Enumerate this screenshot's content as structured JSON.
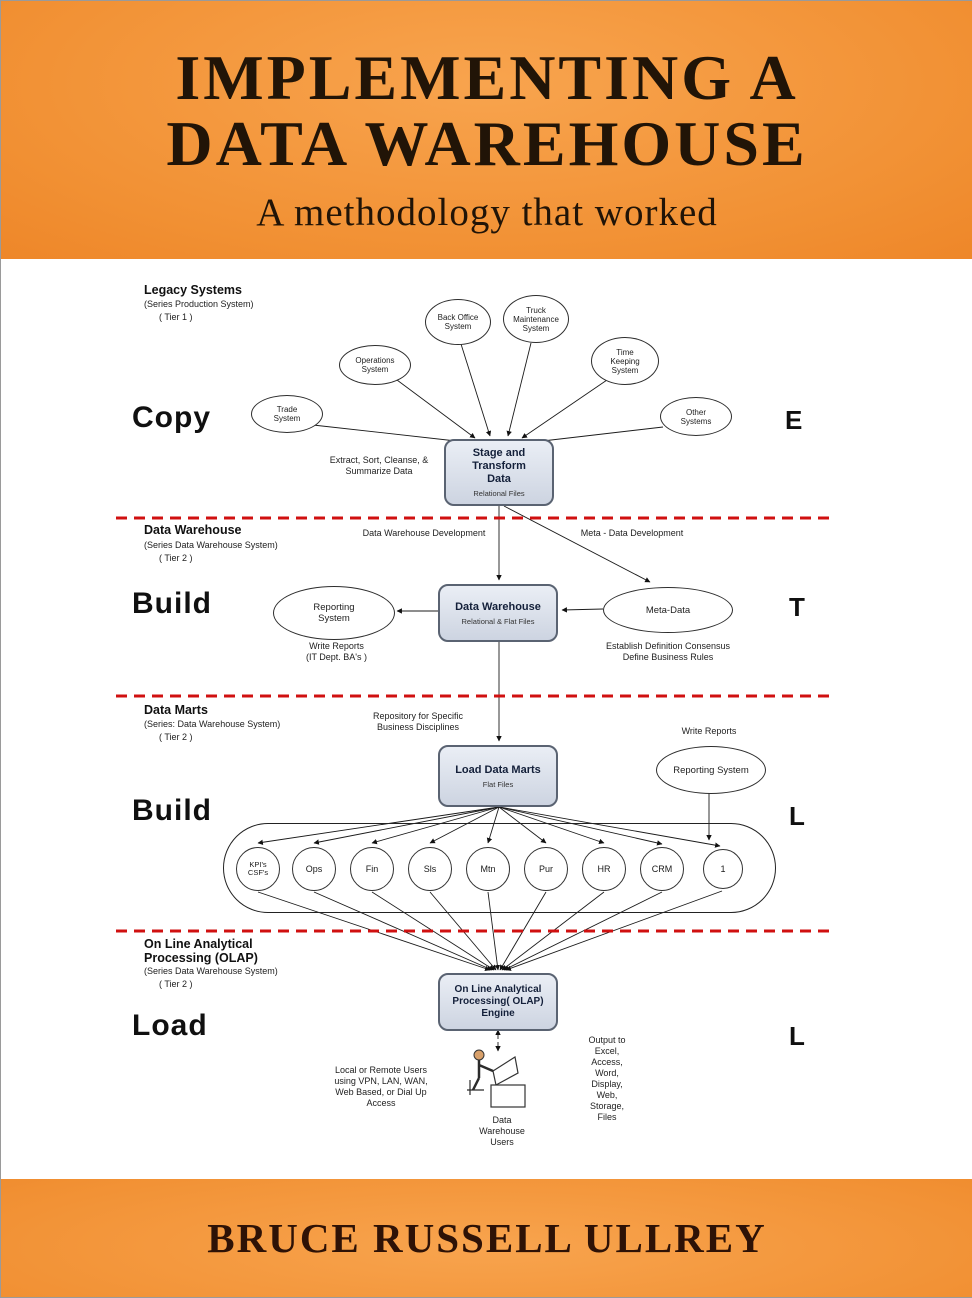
{
  "cover": {
    "title_line1": "IMPLEMENTING A",
    "title_line2": "DATA WAREHOUSE",
    "subtitle": "A methodology that worked",
    "author": "BRUCE RUSSELL ULLREY"
  },
  "colors": {
    "band_orange_light": "#f8a44e",
    "band_orange_mid": "#f19033",
    "band_orange_dark": "#e87314",
    "title_ink": "#211407",
    "author_ink": "#2e1206",
    "divider_red": "#d01010",
    "box_edge": "#5a6372"
  },
  "tier1": {
    "heading": "Legacy Systems",
    "subheading1": "(Series Production System)",
    "subheading2": "( Tier 1 )",
    "etl_label": "Copy",
    "etl_letter": "E",
    "systems": {
      "trade": "Trade\nSystem",
      "operations": "Operations\nSystem",
      "back_office": "Back Office\nSystem",
      "truck": "Truck\nMaintenance\nSystem",
      "time": "Time\nKeeping\nSystem",
      "other": "Other\nSystems"
    },
    "stage_box": "Stage and\nTransform\nData",
    "stage_box_footer": "Relational Files",
    "extract_note": "Extract, Sort, Cleanse, &\nSummarize Data"
  },
  "tier2": {
    "heading": "Data Warehouse",
    "subheading1": "(Series Data Warehouse System)",
    "subheading2": "( Tier 2 )",
    "etl_label": "Build",
    "etl_letter": "T",
    "dw_dev_label": "Data Warehouse Development",
    "meta_dev_label": "Meta - Data Development",
    "reporting_ellipse": "Reporting\nSystem",
    "dw_box": "Data Warehouse",
    "dw_box_footer": "Relational & Flat Files",
    "meta_ellipse": "Meta-Data",
    "write_reports_note": "Write Reports\n(IT Dept. BA's )",
    "meta_note": "Establish Definition Consensus\nDefine Business Rules"
  },
  "tier3": {
    "heading": "Data Marts",
    "subheading1": "(Series: Data Warehouse System)",
    "subheading2": "( Tier 2 )",
    "etl_label": "Build",
    "etl_letter": "L",
    "repository_note": "Repository for  Specific\nBusiness Disciplines",
    "write_reports_label": "Write Reports",
    "reporting_ellipse": "Reporting System",
    "load_box": "Load Data Marts",
    "load_box_footer": "Flat Files",
    "marts": [
      "KPI's\nCSF's",
      "Ops",
      "Fin",
      "Sls",
      "Mtn",
      "Pur",
      "HR",
      "CRM",
      "1"
    ]
  },
  "tier4": {
    "heading": "On Line Analytical\nProcessing   (OLAP)",
    "subheading1": "(Series Data Warehouse System)",
    "subheading2": "( Tier 2 )",
    "etl_label": "Load",
    "etl_letter": "L",
    "olap_box": "On Line Analytical\nProcessing( OLAP)\nEngine",
    "users_note": "Local or Remote Users\nusing VPN, LAN, WAN,\nWeb Based, or Dial Up\nAccess",
    "output_note": "Output to\nExcel,\nAccess,\nWord,\nDisplay,\nWeb,\nStorage,\nFiles",
    "users_caption": "Data\nWarehouse\nUsers"
  }
}
